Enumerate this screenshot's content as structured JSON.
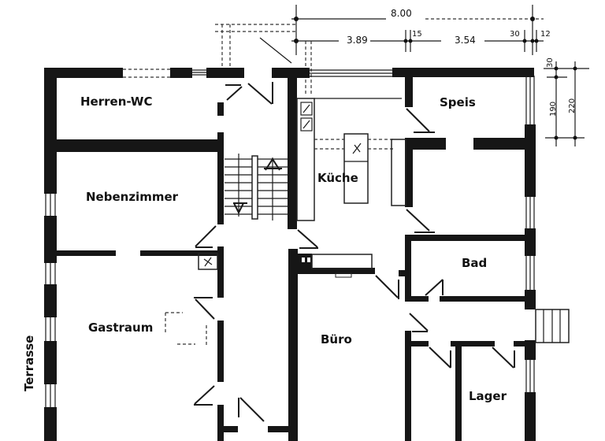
{
  "floor_plan": {
    "rooms": [
      {
        "id": "herren-wc",
        "label": "Herren-WC"
      },
      {
        "id": "speis",
        "label": "Speis"
      },
      {
        "id": "nebenzimmer",
        "label": "Nebenzimmer"
      },
      {
        "id": "kueche",
        "label": "Küche"
      },
      {
        "id": "bad",
        "label": "Bad"
      },
      {
        "id": "gastraum",
        "label": "Gastraum"
      },
      {
        "id": "buero",
        "label": "Büro"
      },
      {
        "id": "lager",
        "label": "Lager"
      },
      {
        "id": "terrasse",
        "label": "Terrasse"
      }
    ],
    "dimensions": {
      "top_total": "8.00",
      "top_left": "3.89",
      "top_gap_a": "15",
      "top_middle": "3.54",
      "top_gap_b": "30",
      "top_gap_c": "12",
      "right_top": "30",
      "right_inner": "190",
      "right_outer": "220"
    },
    "colors": {
      "wall": "#161616",
      "background": "#ffffff"
    }
  }
}
